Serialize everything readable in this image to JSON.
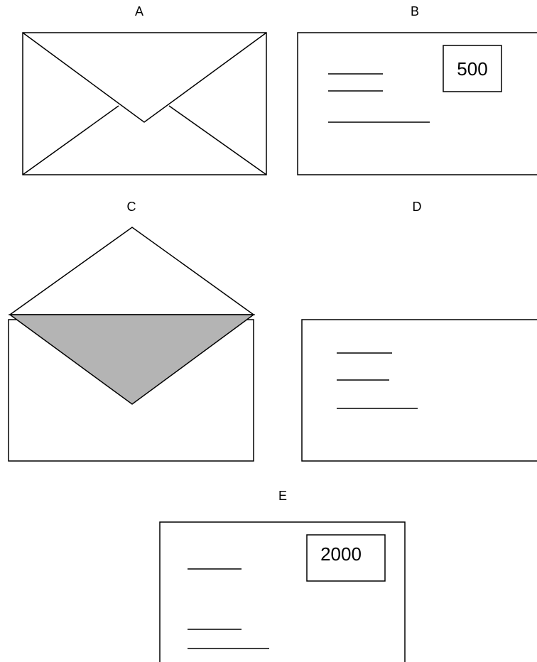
{
  "labels": {
    "a": "A",
    "b": "B",
    "c": "C",
    "d": "D",
    "e": "E"
  },
  "stamps": {
    "b": "500",
    "e": "2000"
  },
  "colors": {
    "flap_fill": "#b4b4b4",
    "stroke": "#000000"
  }
}
